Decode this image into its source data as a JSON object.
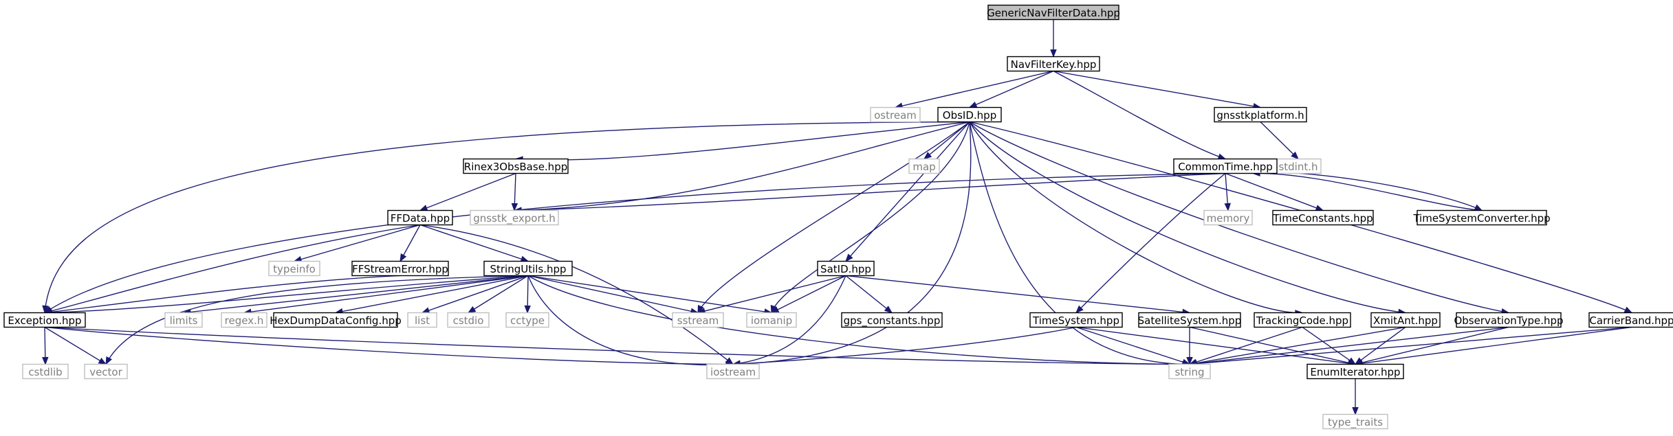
{
  "graph": {
    "colors": {
      "edge": "#191970",
      "root_fill": "#bfbfbf",
      "root_border": "#000000",
      "documented_border": "#000000",
      "external_border": "#bfbfbf",
      "documented_text": "#000000",
      "external_text": "#7f7f7f"
    },
    "nodes": [
      {
        "id": "GenericNavFilterData.hpp",
        "label": "GenericNavFilterData.hpp",
        "kind": "root"
      },
      {
        "id": "NavFilterKey.hpp",
        "label": "NavFilterKey.hpp",
        "kind": "documented"
      },
      {
        "id": "ostream",
        "label": "ostream",
        "kind": "external"
      },
      {
        "id": "ObsID.hpp",
        "label": "ObsID.hpp",
        "kind": "documented"
      },
      {
        "id": "gnsstkplatform.h",
        "label": "gnsstkplatform.h",
        "kind": "documented"
      },
      {
        "id": "stdint.h",
        "label": "stdint.h",
        "kind": "external"
      },
      {
        "id": "map",
        "label": "map",
        "kind": "external"
      },
      {
        "id": "Rinex3ObsBase.hpp",
        "label": "Rinex3ObsBase.hpp",
        "kind": "documented"
      },
      {
        "id": "CommonTime.hpp",
        "label": "CommonTime.hpp",
        "kind": "documented"
      },
      {
        "id": "gnsstk_export.h",
        "label": "gnsstk_export.h",
        "kind": "external"
      },
      {
        "id": "memory",
        "label": "memory",
        "kind": "external"
      },
      {
        "id": "TimeConstants.hpp",
        "label": "TimeConstants.hpp",
        "kind": "documented"
      },
      {
        "id": "TimeSystemConverter.hpp",
        "label": "TimeSystemConverter.hpp",
        "kind": "documented"
      },
      {
        "id": "FFData.hpp",
        "label": "FFData.hpp",
        "kind": "documented"
      },
      {
        "id": "typeinfo",
        "label": "typeinfo",
        "kind": "external"
      },
      {
        "id": "FFStreamError.hpp",
        "label": "FFStreamError.hpp",
        "kind": "documented"
      },
      {
        "id": "StringUtils.hpp",
        "label": "StringUtils.hpp",
        "kind": "documented"
      },
      {
        "id": "SatID.hpp",
        "label": "SatID.hpp",
        "kind": "documented"
      },
      {
        "id": "Exception.hpp",
        "label": "Exception.hpp",
        "kind": "documented"
      },
      {
        "id": "limits",
        "label": "limits",
        "kind": "external"
      },
      {
        "id": "regex.h",
        "label": "regex.h",
        "kind": "external"
      },
      {
        "id": "HexDumpDataConfig.hpp",
        "label": "HexDumpDataConfig.hpp",
        "kind": "documented"
      },
      {
        "id": "list",
        "label": "list",
        "kind": "external"
      },
      {
        "id": "cstdio",
        "label": "cstdio",
        "kind": "external"
      },
      {
        "id": "cctype",
        "label": "cctype",
        "kind": "external"
      },
      {
        "id": "sstream",
        "label": "sstream",
        "kind": "external"
      },
      {
        "id": "iomanip",
        "label": "iomanip",
        "kind": "external"
      },
      {
        "id": "gps_constants.hpp",
        "label": "gps_constants.hpp",
        "kind": "documented"
      },
      {
        "id": "TimeSystem.hpp",
        "label": "TimeSystem.hpp",
        "kind": "documented"
      },
      {
        "id": "SatelliteSystem.hpp",
        "label": "SatelliteSystem.hpp",
        "kind": "documented"
      },
      {
        "id": "TrackingCode.hpp",
        "label": "TrackingCode.hpp",
        "kind": "documented"
      },
      {
        "id": "XmitAnt.hpp",
        "label": "XmitAnt.hpp",
        "kind": "documented"
      },
      {
        "id": "ObservationType.hpp",
        "label": "ObservationType.hpp",
        "kind": "documented"
      },
      {
        "id": "CarrierBand.hpp",
        "label": "CarrierBand.hpp",
        "kind": "documented"
      },
      {
        "id": "cstdlib",
        "label": "cstdlib",
        "kind": "external"
      },
      {
        "id": "vector",
        "label": "vector",
        "kind": "external"
      },
      {
        "id": "iostream",
        "label": "iostream",
        "kind": "external"
      },
      {
        "id": "string",
        "label": "string",
        "kind": "external"
      },
      {
        "id": "EnumIterator.hpp",
        "label": "EnumIterator.hpp",
        "kind": "documented"
      },
      {
        "id": "type_traits",
        "label": "type_traits",
        "kind": "external"
      }
    ],
    "edges": [
      {
        "from": "GenericNavFilterData.hpp",
        "to": "NavFilterKey.hpp"
      },
      {
        "from": "NavFilterKey.hpp",
        "to": "ostream"
      },
      {
        "from": "NavFilterKey.hpp",
        "to": "ObsID.hpp"
      },
      {
        "from": "NavFilterKey.hpp",
        "to": "gnsstkplatform.h"
      },
      {
        "from": "NavFilterKey.hpp",
        "to": "CommonTime.hpp"
      },
      {
        "from": "gnsstkplatform.h",
        "to": "stdint.h"
      },
      {
        "from": "ObsID.hpp",
        "to": "map"
      },
      {
        "from": "ObsID.hpp",
        "to": "Rinex3ObsBase.hpp"
      },
      {
        "from": "ObsID.hpp",
        "to": "gnsstk_export.h"
      },
      {
        "from": "ObsID.hpp",
        "to": "Exception.hpp"
      },
      {
        "from": "ObsID.hpp",
        "to": "SatID.hpp"
      },
      {
        "from": "ObsID.hpp",
        "to": "sstream"
      },
      {
        "from": "ObsID.hpp",
        "to": "iomanip"
      },
      {
        "from": "ObsID.hpp",
        "to": "iostream"
      },
      {
        "from": "ObsID.hpp",
        "to": "string"
      },
      {
        "from": "ObsID.hpp",
        "to": "TrackingCode.hpp"
      },
      {
        "from": "ObsID.hpp",
        "to": "XmitAnt.hpp"
      },
      {
        "from": "ObsID.hpp",
        "to": "ObservationType.hpp"
      },
      {
        "from": "ObsID.hpp",
        "to": "CarrierBand.hpp"
      },
      {
        "from": "Rinex3ObsBase.hpp",
        "to": "gnsstk_export.h"
      },
      {
        "from": "Rinex3ObsBase.hpp",
        "to": "FFData.hpp"
      },
      {
        "from": "CommonTime.hpp",
        "to": "gnsstk_export.h"
      },
      {
        "from": "CommonTime.hpp",
        "to": "memory"
      },
      {
        "from": "CommonTime.hpp",
        "to": "TimeConstants.hpp"
      },
      {
        "from": "CommonTime.hpp",
        "to": "TimeSystemConverter.hpp"
      },
      {
        "from": "CommonTime.hpp",
        "to": "TimeSystem.hpp"
      },
      {
        "from": "CommonTime.hpp",
        "to": "Exception.hpp"
      },
      {
        "from": "TimeSystemConverter.hpp",
        "to": "CommonTime.hpp"
      },
      {
        "from": "FFData.hpp",
        "to": "typeinfo"
      },
      {
        "from": "FFData.hpp",
        "to": "FFStreamError.hpp"
      },
      {
        "from": "FFData.hpp",
        "to": "StringUtils.hpp"
      },
      {
        "from": "FFData.hpp",
        "to": "Exception.hpp"
      },
      {
        "from": "FFData.hpp",
        "to": "iostream"
      },
      {
        "from": "FFStreamError.hpp",
        "to": "Exception.hpp"
      },
      {
        "from": "StringUtils.hpp",
        "to": "Exception.hpp"
      },
      {
        "from": "StringUtils.hpp",
        "to": "limits"
      },
      {
        "from": "StringUtils.hpp",
        "to": "regex.h"
      },
      {
        "from": "StringUtils.hpp",
        "to": "HexDumpDataConfig.hpp"
      },
      {
        "from": "StringUtils.hpp",
        "to": "list"
      },
      {
        "from": "StringUtils.hpp",
        "to": "cstdio"
      },
      {
        "from": "StringUtils.hpp",
        "to": "cctype"
      },
      {
        "from": "StringUtils.hpp",
        "to": "sstream"
      },
      {
        "from": "StringUtils.hpp",
        "to": "iomanip"
      },
      {
        "from": "StringUtils.hpp",
        "to": "vector"
      },
      {
        "from": "StringUtils.hpp",
        "to": "iostream"
      },
      {
        "from": "StringUtils.hpp",
        "to": "string"
      },
      {
        "from": "SatID.hpp",
        "to": "sstream"
      },
      {
        "from": "SatID.hpp",
        "to": "iomanip"
      },
      {
        "from": "SatID.hpp",
        "to": "gps_constants.hpp"
      },
      {
        "from": "SatID.hpp",
        "to": "SatelliteSystem.hpp"
      },
      {
        "from": "SatID.hpp",
        "to": "iostream"
      },
      {
        "from": "Exception.hpp",
        "to": "cstdlib"
      },
      {
        "from": "Exception.hpp",
        "to": "vector"
      },
      {
        "from": "Exception.hpp",
        "to": "iostream"
      },
      {
        "from": "Exception.hpp",
        "to": "string"
      },
      {
        "from": "TimeSystem.hpp",
        "to": "iostream"
      },
      {
        "from": "TimeSystem.hpp",
        "to": "string"
      },
      {
        "from": "TimeSystem.hpp",
        "to": "EnumIterator.hpp"
      },
      {
        "from": "SatelliteSystem.hpp",
        "to": "string"
      },
      {
        "from": "SatelliteSystem.hpp",
        "to": "EnumIterator.hpp"
      },
      {
        "from": "TrackingCode.hpp",
        "to": "string"
      },
      {
        "from": "TrackingCode.hpp",
        "to": "EnumIterator.hpp"
      },
      {
        "from": "XmitAnt.hpp",
        "to": "string"
      },
      {
        "from": "XmitAnt.hpp",
        "to": "EnumIterator.hpp"
      },
      {
        "from": "ObservationType.hpp",
        "to": "string"
      },
      {
        "from": "ObservationType.hpp",
        "to": "EnumIterator.hpp"
      },
      {
        "from": "CarrierBand.hpp",
        "to": "string"
      },
      {
        "from": "CarrierBand.hpp",
        "to": "EnumIterator.hpp"
      },
      {
        "from": "EnumIterator.hpp",
        "to": "type_traits"
      }
    ]
  }
}
